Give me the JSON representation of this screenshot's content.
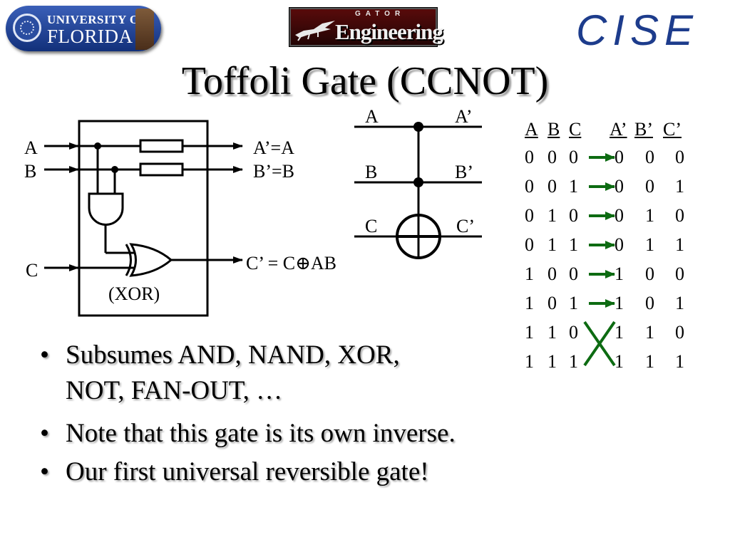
{
  "logos": {
    "uf_line1": "UNIVERSITY OF",
    "uf_line2": "FLORIDA",
    "gator_top": "GATOR",
    "gator_main": "Engineering",
    "cise": "CISE"
  },
  "title": "Toffoli Gate (CCNOT)",
  "circuit": {
    "in_a": "A",
    "in_b": "B",
    "in_c": "C",
    "out_a": "A’=A",
    "out_b": "B’=B",
    "out_c": "C’ = C⊕AB",
    "xor_label": "(XOR)"
  },
  "symbol": {
    "in_a": "A",
    "out_a": "A’",
    "in_b": "B",
    "out_b": "B’",
    "in_c": "C",
    "out_c": "C’"
  },
  "truth_table": {
    "headers_in": [
      "A",
      "B",
      "C"
    ],
    "headers_out": [
      "A’",
      "B’",
      "C’"
    ],
    "rows": [
      {
        "in": [
          "0",
          "0",
          "0"
        ],
        "out": [
          "0",
          "0",
          "0"
        ]
      },
      {
        "in": [
          "0",
          "0",
          "1"
        ],
        "out": [
          "0",
          "0",
          "1"
        ]
      },
      {
        "in": [
          "0",
          "1",
          "0"
        ],
        "out": [
          "0",
          "1",
          "0"
        ]
      },
      {
        "in": [
          "0",
          "1",
          "1"
        ],
        "out": [
          "0",
          "1",
          "1"
        ]
      },
      {
        "in": [
          "1",
          "0",
          "0"
        ],
        "out": [
          "1",
          "0",
          "0"
        ]
      },
      {
        "in": [
          "1",
          "0",
          "1"
        ],
        "out": [
          "1",
          "0",
          "1"
        ]
      },
      {
        "in": [
          "1",
          "1",
          "0"
        ],
        "out": [
          "1",
          "1",
          "0"
        ]
      },
      {
        "in": [
          "1",
          "1",
          "1"
        ],
        "out": [
          "1",
          "1",
          "1"
        ]
      }
    ],
    "arrow_color": "#0d6b12"
  },
  "bullets": [
    "Subsumes AND, NAND, XOR,",
    "NOT,  FAN-OUT, …",
    "Note that this gate is its own inverse.",
    "Our first universal reversible gate!"
  ]
}
